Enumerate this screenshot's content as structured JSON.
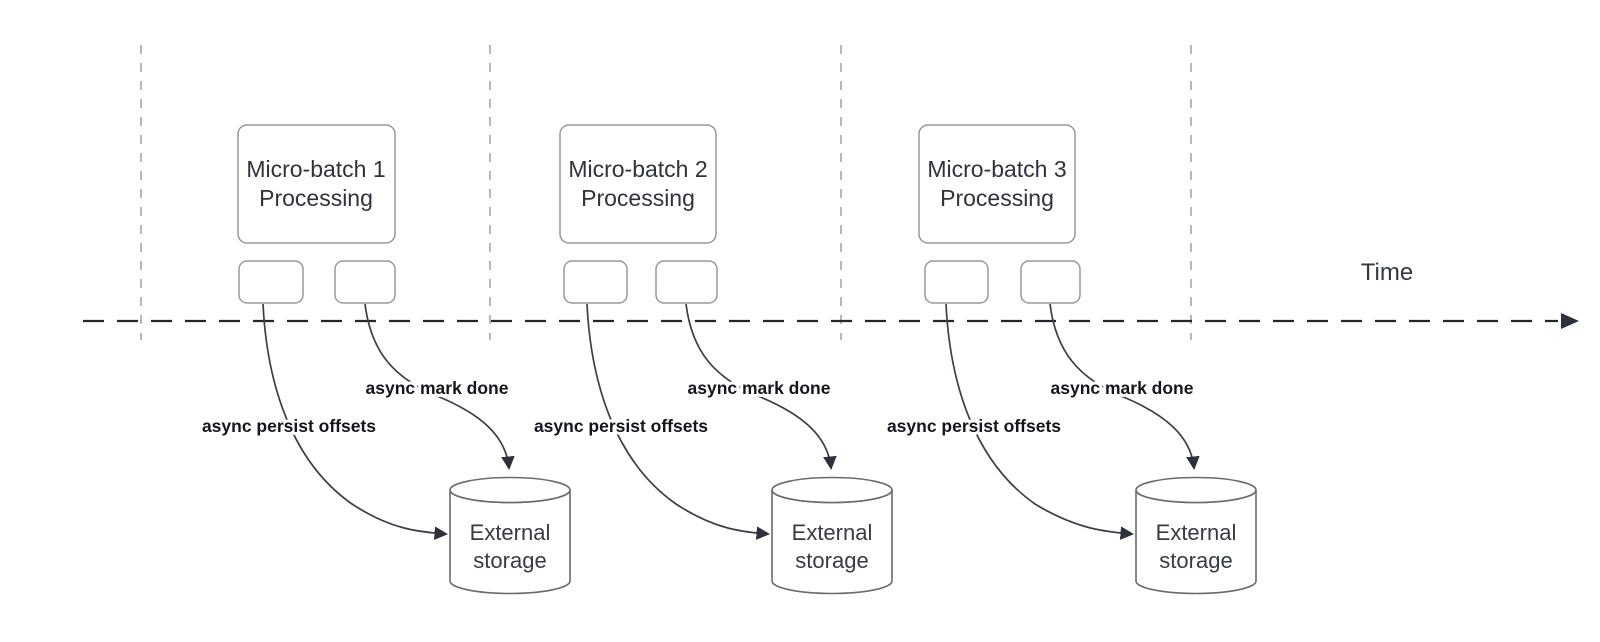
{
  "diagram": {
    "axis": {
      "label": "Time"
    },
    "sections": [
      {
        "title_line1": "Micro-batch 1",
        "title_line2": "Processing",
        "persist_label": "async persist offsets",
        "markdone_label": "async mark done",
        "storage_line1": "External",
        "storage_line2": "storage"
      },
      {
        "title_line1": "Micro-batch 2",
        "title_line2": "Processing",
        "persist_label": "async persist offsets",
        "markdone_label": "async mark done",
        "storage_line1": "External",
        "storage_line2": "storage"
      },
      {
        "title_line1": "Micro-batch 3",
        "title_line2": "Processing",
        "persist_label": "async persist offsets",
        "markdone_label": "async mark done",
        "storage_line1": "External",
        "storage_line2": "storage"
      }
    ],
    "colors": {
      "background": "#ffffff",
      "node_border": "#95989e",
      "cylinder_border": "#686b72",
      "node_text": "#2e333e",
      "bold_label_text": "#15151d",
      "arrow": "#3a3f4b",
      "arrowhead": "#2c313c",
      "axis_line": "#26262a",
      "guide_line": "#aeb1b7"
    }
  }
}
